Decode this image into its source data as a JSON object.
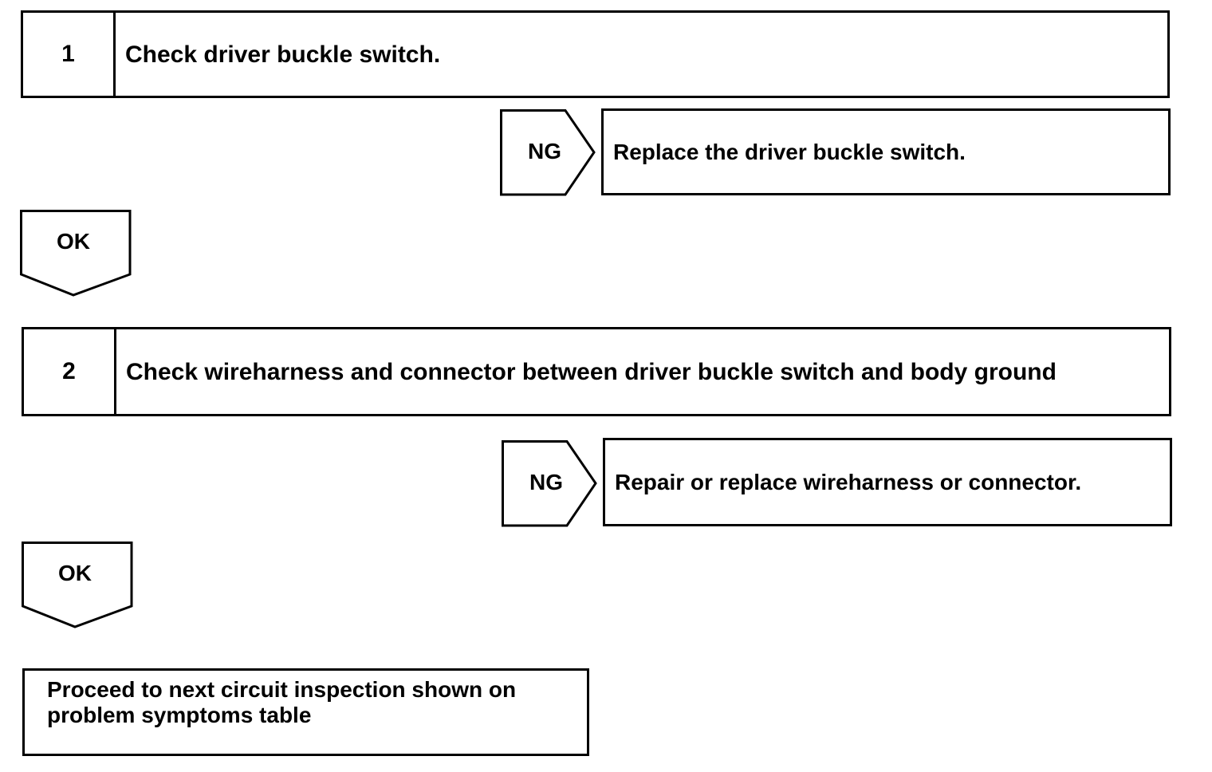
{
  "steps": [
    {
      "number": "1",
      "text": "Check driver buckle switch."
    },
    {
      "number": "2",
      "text": "Check wireharness and connector between driver buckle switch and body ground"
    }
  ],
  "ng_branches": [
    {
      "label": "NG",
      "result": "Replace the driver buckle switch."
    },
    {
      "label": "NG",
      "result": "Repair or replace wireharness or connector."
    }
  ],
  "ok_labels": [
    "OK",
    "OK"
  ],
  "final": {
    "text": "Proceed to next circuit inspection shown on problem symptoms table"
  },
  "colors": {
    "line": "#000000",
    "background": "#ffffff"
  }
}
